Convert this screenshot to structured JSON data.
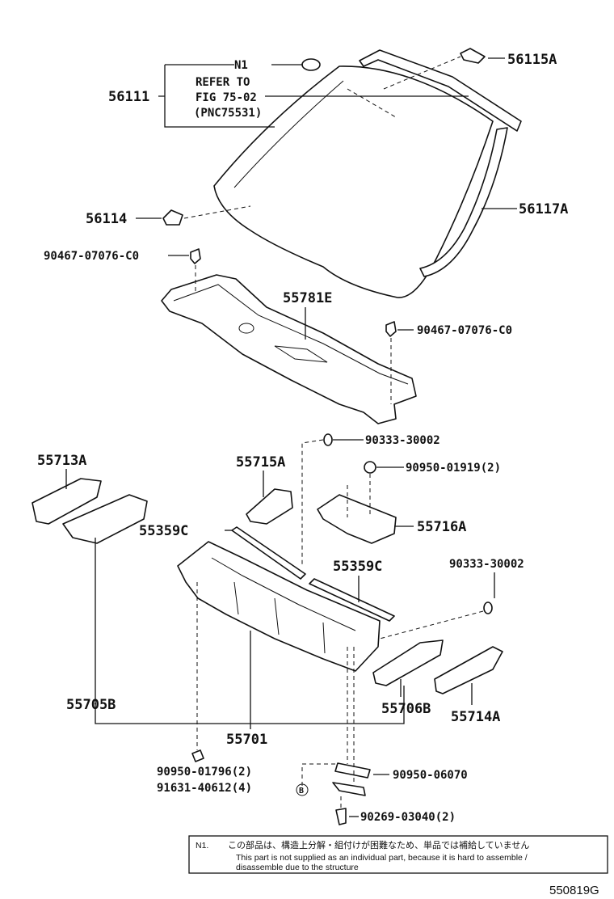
{
  "labels": {
    "p56115A": "56115A",
    "p56111": "56111",
    "n1": "N1",
    "refer1": "REFER TO",
    "refer2": "FIG 75-02",
    "refer3": "(PNC75531)",
    "p56114": "56114",
    "p56117A": "56117A",
    "p90467a": "90467-07076-C0",
    "p55781E": "55781E",
    "p90467b": "90467-07076-C0",
    "p90333a": "90333-30002",
    "p55713A": "55713A",
    "p55715A": "55715A",
    "p90950a": "90950-01919(2)",
    "p55359Ca": "55359C",
    "p55716A": "55716A",
    "p55359Cb": "55359C",
    "p90333b": "90333-30002",
    "p55705B": "55705B",
    "p55706B": "55706B",
    "p55714A": "55714A",
    "p55701": "55701",
    "p90950b": "90950-01796(2)",
    "p91631": "91631-40612(4)",
    "b_circle": "B",
    "p90950c": "90950-06070",
    "p90269": "90269-03040(2)",
    "diagram_id": "550819G"
  },
  "note": {
    "marker": "N1.",
    "ja": "この部品は、構造上分解・組付けが困難なため、単品では補給していません",
    "en1": "This part is not supplied as an individual part, because it is hard to assemble /",
    "en2": "disassemble due to the structure"
  }
}
